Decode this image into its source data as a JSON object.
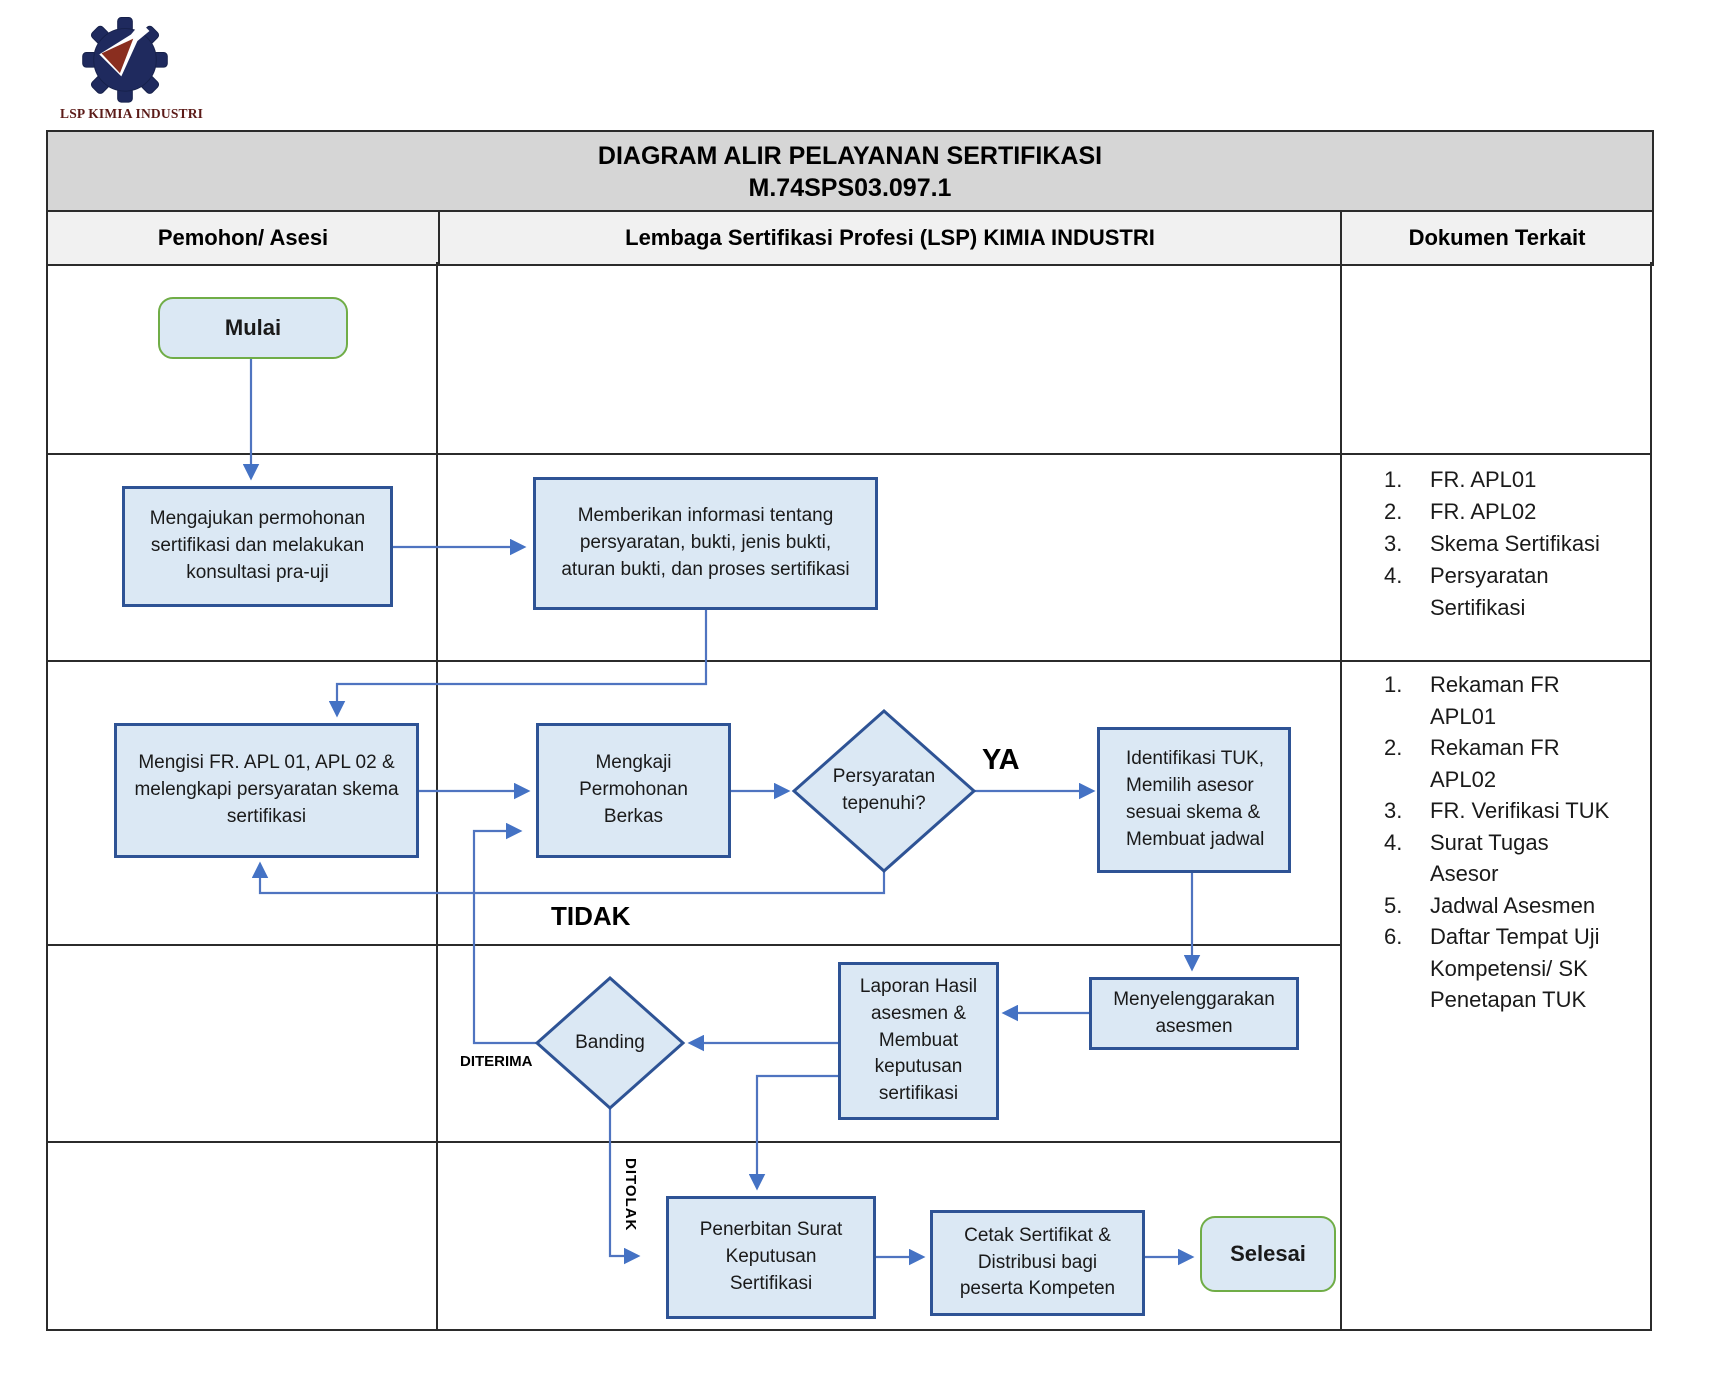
{
  "logo": {
    "caption": "LSP KIMIA INDUSTRI"
  },
  "header": {
    "title_line1": "DIAGRAM ALIR PELAYANAN SERTIFIKASI",
    "title_line2": "M.74SPS03.097.1"
  },
  "columns": {
    "col1": "Pemohon/ Asesi",
    "col2": "Lembaga Sertifikasi Profesi (LSP) KIMIA INDUSTRI",
    "col3": "Dokumen Terkait"
  },
  "flow": {
    "start": "Mulai",
    "apply": "Mengajukan permohonan\nsertifikasi dan melakukan\nkonsultasi pra-uji",
    "inform": "Memberikan informasi tentang\npersyaratan, bukti, jenis bukti,\naturan bukti, dan proses sertifikasi",
    "fill": "Mengisi FR. APL 01, APL 02 &\nmelengkapi persyaratan skema\nsertifikasi",
    "review": "Mengkaji\nPermohonan\nBerkas",
    "decision_requirements": "Persyaratan\ntepenuhi?",
    "identify": "Identifikasi TUK,\nMemilih asesor\nsesuai skema &\nMembuat jadwal",
    "conduct": "Menyelenggarakan\nasesmen",
    "report": "Laporan Hasil\nasesmen &\nMembuat\nkeputusan\nsertifikasi",
    "appeal": "Banding",
    "issue": "Penerbitan Surat\nKeputusan\nSertifikasi",
    "print": "Cetak Sertifikat &\nDistribusi bagi\npeserta Kompeten",
    "end": "Selesai",
    "label_yes": "YA",
    "label_no": "TIDAK",
    "label_accepted": "DITERIMA",
    "label_rejected": "DITOLAK"
  },
  "documents": {
    "row2": [
      {
        "num": "1.",
        "text": "FR. APL01"
      },
      {
        "num": "2.",
        "text": "FR. APL02"
      },
      {
        "num": "3.",
        "text": "Skema Sertifikasi"
      },
      {
        "num": "4.",
        "text": "Persyaratan\nSertifikasi"
      }
    ],
    "row3": [
      {
        "num": "1.",
        "text": "Rekaman FR\nAPL01"
      },
      {
        "num": "2.",
        "text": "Rekaman FR\nAPL02"
      },
      {
        "num": "3.",
        "text": "FR. Verifikasi TUK"
      },
      {
        "num": "4.",
        "text": "Surat Tugas\nAsesor"
      },
      {
        "num": "5.",
        "text": "Jadwal Asesmen"
      },
      {
        "num": "6.",
        "text": "Daftar Tempat Uji\nKompetensi/ SK\nPenetapan TUK"
      }
    ]
  },
  "colors": {
    "node_fill": "#dbe8f4",
    "node_border": "#2e5395",
    "terminal_border": "#70ad47",
    "arrow": "#4f74c0",
    "title_bg": "#d6d6d6",
    "header_bg": "#f1f1f1",
    "logo_navy": "#1f2a5e",
    "logo_red": "#8a2e1f",
    "logo_text": "#5c1b18"
  }
}
